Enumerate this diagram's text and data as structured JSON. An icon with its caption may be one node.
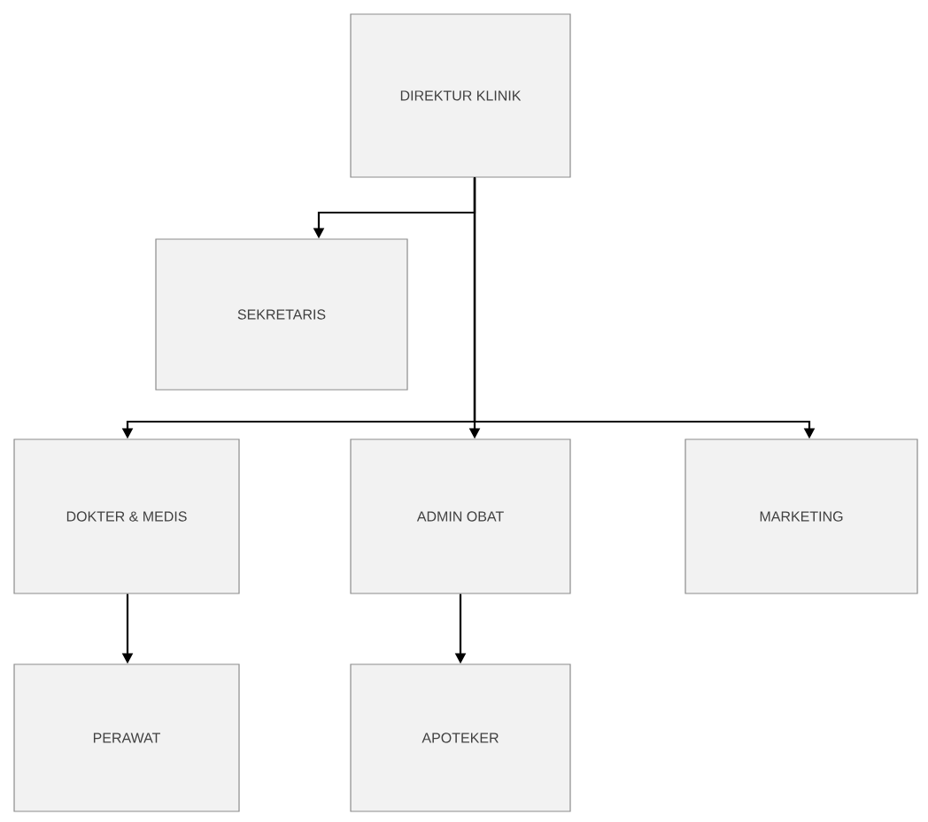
{
  "diagram": {
    "nodes": [
      {
        "text": [
          "DIREKTUR KLINIK"
        ]
      },
      {
        "text": [
          "SEKRETARIS"
        ]
      },
      {
        "text": [
          "DOKTER & MEDIS"
        ]
      },
      {
        "text": [
          "ADMIN OBAT"
        ]
      },
      {
        "text": [
          "MARKETING"
        ]
      },
      {
        "text": [
          "PERAWAT"
        ]
      },
      {
        "text": [
          "APOTEKER"
        ]
      }
    ],
    "edges": [
      {
        "from": 0,
        "to": 1,
        "arrow": "to"
      },
      {
        "from": 0,
        "to": 2,
        "arrow": "to"
      },
      {
        "from": 0,
        "to": 3,
        "arrow": "to"
      },
      {
        "from": 0,
        "to": 4,
        "arrow": "to"
      },
      {
        "from": 2,
        "to": 5,
        "arrow": "to"
      },
      {
        "from": 3,
        "to": 6,
        "arrow": "to"
      }
    ]
  }
}
